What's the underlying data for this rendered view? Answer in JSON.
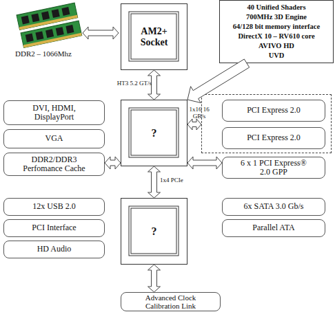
{
  "diagram": {
    "nodes": [
      {
        "text": [
          "AM2+ Socket"
        ]
      },
      {
        "text": [
          "40 Unified Shaders",
          "700MHz 3D Engine",
          "64/128 bit memory interface",
          "DirectX 10 – RV610 core",
          "AVIVO HD",
          "UVD"
        ]
      },
      {
        "text": [
          "?"
        ]
      },
      {
        "text": [
          "DVI, HDMI, DisplayPort"
        ]
      },
      {
        "text": [
          "VGA"
        ]
      },
      {
        "text": [
          "DDR2/DDR3 Perfomance Cache"
        ]
      },
      {
        "text": []
      },
      {
        "text": [
          "PCI Express 2.0"
        ],
        "in": 6
      },
      {
        "text": [
          "PCI Express 2.0"
        ],
        "in": 6
      },
      {
        "text": [
          "6 x 1 PCI Express® 2.0 GPP"
        ]
      },
      {
        "text": [
          "?"
        ]
      },
      {
        "text": [
          "12x USB 2.0"
        ]
      },
      {
        "text": [
          "PCI Interface"
        ]
      },
      {
        "text": [
          "HD Audio"
        ]
      },
      {
        "text": [
          "6x SATA 3.0 Gb/s"
        ]
      },
      {
        "text": [
          "Parallel ATA"
        ]
      },
      {
        "text": [
          "Advanced Clock Calibration Link"
        ]
      }
    ],
    "edges": [
      {
        "from": 0,
        "to": 2,
        "arrow": "both",
        "label": "HT3 5.2 GT/s"
      },
      {
        "from": 1,
        "to": 2,
        "arrow": "to"
      },
      {
        "from": 5,
        "to": 2,
        "arrow": "both"
      },
      {
        "from": 2,
        "to": 6,
        "arrow": "both",
        "label": "1x16 16 GB/s"
      },
      {
        "from": 2,
        "to": 9,
        "arrow": "both"
      },
      {
        "from": 2,
        "to": 10,
        "arrow": "both",
        "label": "1x4 PCIe"
      },
      {
        "from": 10,
        "to": 16,
        "arrow": "both"
      }
    ],
    "labels": [
      "DDR2 – 1066Mhz"
    ]
  }
}
